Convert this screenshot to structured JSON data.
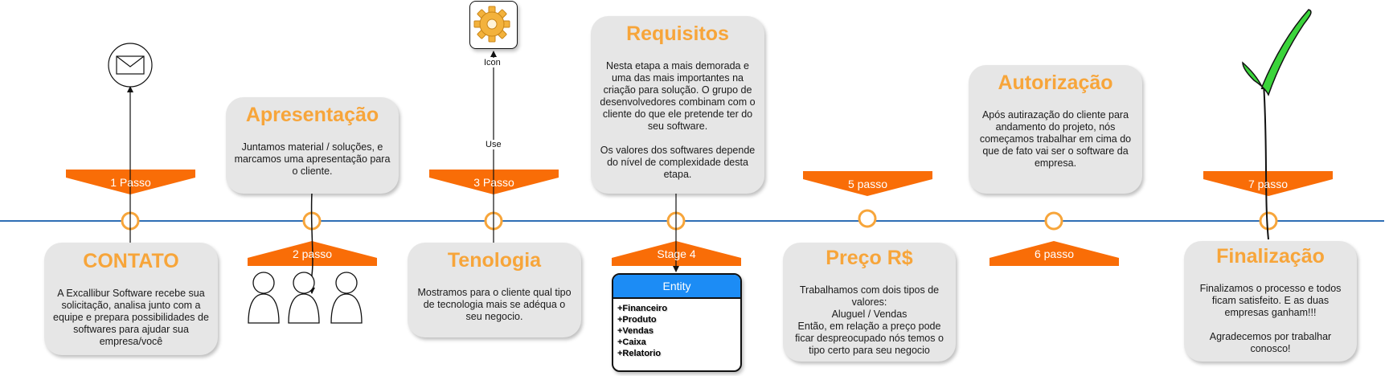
{
  "cards": {
    "contato": {
      "title": "CONTATO",
      "body": "A Excallibur Software recebe sua solicitação, analisa junto com a equipe e prepara possibilidades de softwares para ajudar sua empresa/você"
    },
    "apresentacao": {
      "title": "Apresentação",
      "body": "Juntamos material / soluções, e marcamos uma apresentação para o cliente."
    },
    "tecnologia": {
      "title": "Tenologia",
      "body": "Mostramos para o cliente qual tipo de tecnologia mais se adéqua o seu negocio."
    },
    "requisitos": {
      "title": "Requisitos",
      "body": "Nesta etapa a mais demorada e uma das mais importantes na criação para solução. O grupo de desenvolvedores combinam com o cliente do que ele pretende ter do seu software.\n\nOs valores dos softwares depende do nível de complexidade desta etapa."
    },
    "preco": {
      "title": "Preço R$",
      "body": "Trabalhamos com dois tipos de valores:\nAluguel / Vendas\nEntão, em relação a preço pode ficar despreocupado nós temos o tipo certo para seu negocio"
    },
    "autorizacao": {
      "title": "Autorização",
      "body": "Após autirazação do cliente para andamento do projeto, nós começamos trabalhar em cima do que de fato vai ser o software da empresa."
    },
    "finalizacao": {
      "title": "Finalização",
      "body": "Finalizamos o processo e todos ficam satisfeito. E as duas empresas ganham!!!\n\nAgradecemos por trabalhar conosco!"
    }
  },
  "steps": {
    "s1": "1 Passo",
    "s2": "2 passo",
    "s3": "3 Passo",
    "s4": "Stage 4",
    "s5": "5 passo",
    "s6": "6 passo",
    "s7": "7 passo"
  },
  "entity": {
    "header": "Entity",
    "rows": [
      "+Financeiro",
      "+Produto",
      "+Vendas",
      "+Caixa",
      "+Relatorio"
    ]
  },
  "misc": {
    "icon_label": "Icon",
    "use_label": "Use"
  },
  "colors": {
    "accent_orange": "#f96d07",
    "title_orange": "#f7a53a",
    "timeline_blue": "#2f6eb5",
    "entity_blue": "#1c8cf5",
    "check_green": "#3bd43b"
  },
  "icons": [
    "envelope-icon",
    "gear-icon",
    "users-icon",
    "checkmark-icon"
  ]
}
